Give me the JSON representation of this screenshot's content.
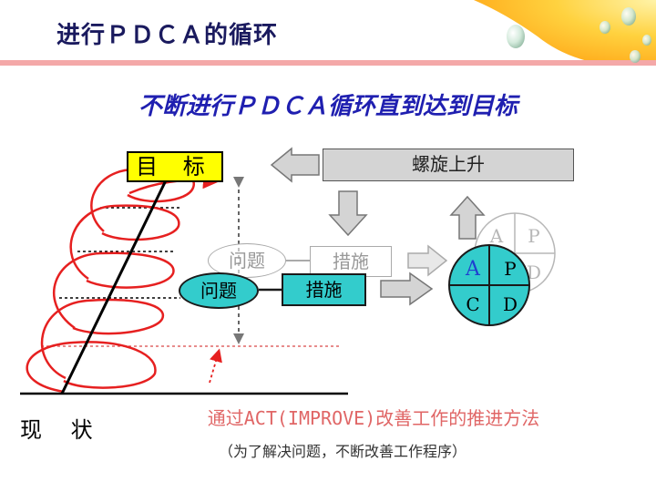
{
  "title": "进行ＰＤＣＡ的循环",
  "subtitle": "不断进行ＰＤＣＡ循环直到达到目标",
  "goal_label": "目 标",
  "spiral_label": "螺旋上升",
  "problem_label": "问题",
  "measure_label": "措施",
  "current_label": "现 状",
  "pdca": {
    "a": "A",
    "p": "P",
    "c": "C",
    "d": "D"
  },
  "method_text": "通过ACT(IMPROVE)改善工作的推进方法",
  "note_text": "（为了解决问题，不断改善工作程序）",
  "colors": {
    "title": "#1a1a5e",
    "subtitle": "#1f1fb0",
    "goal_fill": "#ffff00",
    "cyan_fill": "#33cccc",
    "spiral": "#e62020",
    "method": "#e06666",
    "header_bar": "#f4a8a8",
    "sun_corner": "#ffd23f"
  }
}
